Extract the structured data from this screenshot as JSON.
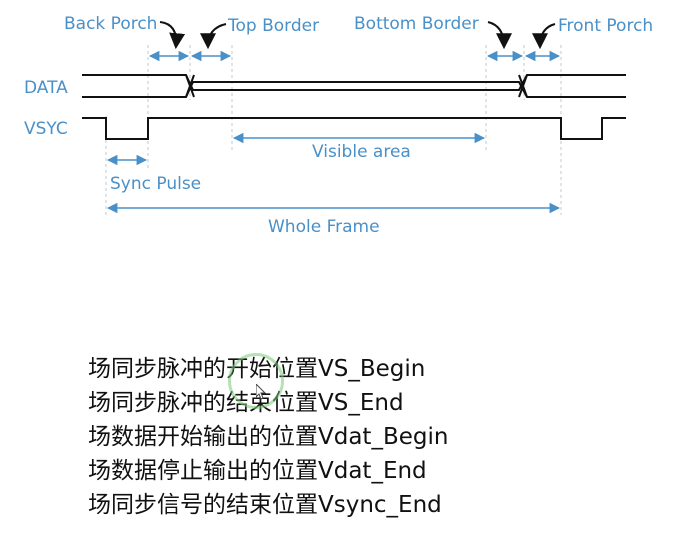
{
  "signals": {
    "data": "DATA",
    "vsync": "VSYC"
  },
  "labels": {
    "back_porch": "Back Porch",
    "top_border": "Top Border",
    "bottom_border": "Bottom Border",
    "front_porch": "Front Porch",
    "visible_area": "Visible area",
    "sync_pulse": "Sync Pulse",
    "whole_frame": "Whole Frame"
  },
  "notes": [
    "场同步脉冲的开始位置VS_Begin",
    "场同步脉冲的结束位置VS_End",
    "场数据开始输出的位置Vdat_Begin",
    "场数据停止输出的位置Vdat_End",
    "场同步信号的结束位置Vsync_End"
  ],
  "colors": {
    "annotation": "#4a90c8",
    "signal": "#111111",
    "guide": "#b8c8d8"
  }
}
